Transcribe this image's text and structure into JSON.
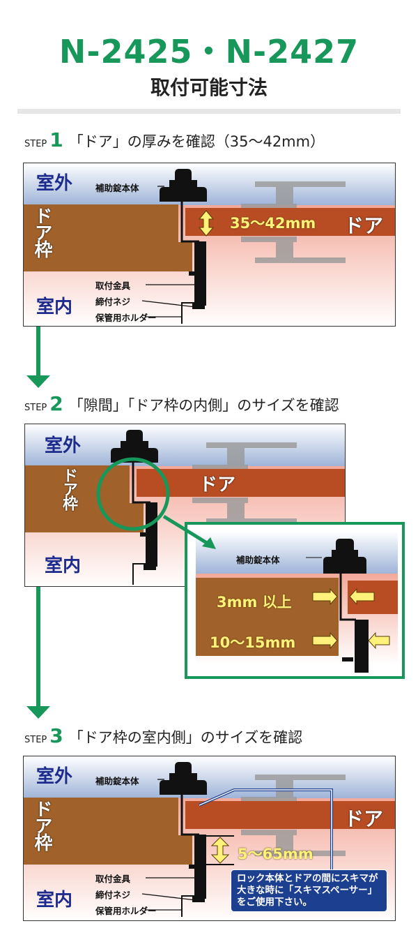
{
  "title": "N-2425・N-2427",
  "subtitle": "取付可能寸法",
  "colors": {
    "accent": "#17975a",
    "door": "#b84d24",
    "frame": "#a0612a",
    "label_blue": "#1d2b8c",
    "note_bg": "#1d3f8f"
  },
  "steps": [
    {
      "prefix": "STEP",
      "number": "1",
      "text": "「ドア」の厚みを確認（35〜42mm）"
    },
    {
      "prefix": "STEP",
      "number": "2",
      "text": "「隙間」「ドア枠の内側」のサイズを確認"
    },
    {
      "prefix": "STEP",
      "number": "3",
      "text": "「ドア枠の室内側」のサイズを確認"
    }
  ],
  "labels": {
    "outdoor": "室外",
    "indoor": "室内",
    "frame": "ドア枠",
    "door": "ドア",
    "lock_body": "補助錠本体",
    "bracket": "取付金具",
    "screw": "締付ネジ",
    "holder": "保管用ホルダー"
  },
  "step1": {
    "dimension": "35〜42mm"
  },
  "step2": {
    "gap": "3mm 以上",
    "inner": "10〜15mm"
  },
  "step3": {
    "dimension": "5〜65mm",
    "note": "ロック本体とドアの間にスキマが大きな時に「スキマスペーサー」をご使用下さい。"
  }
}
